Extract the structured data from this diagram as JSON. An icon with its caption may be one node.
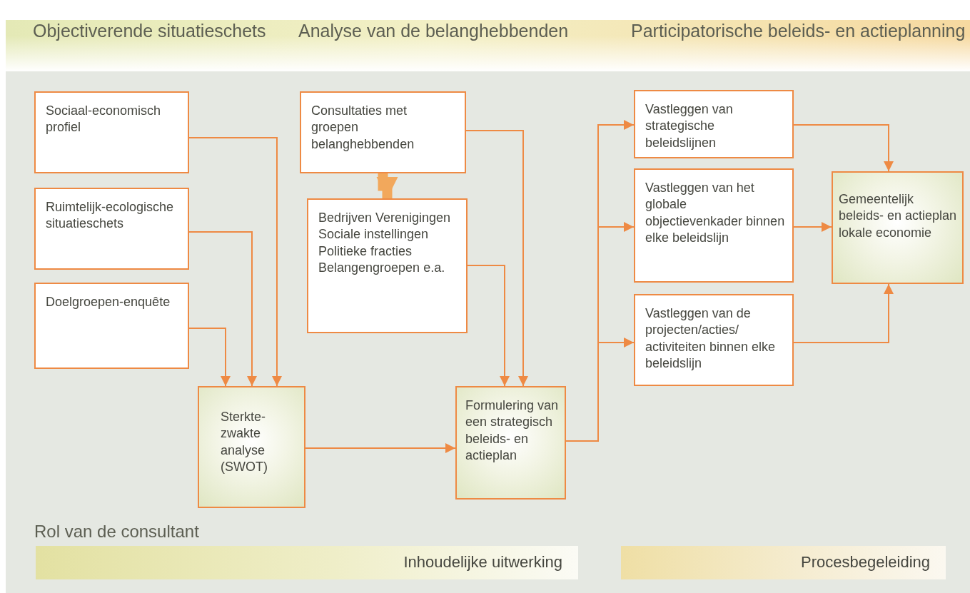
{
  "diagram": {
    "nodes": [
      {
        "text": [
          "Sociaal-economisch profiel"
        ]
      },
      {
        "text": [
          "Ruimtelijk-ecologische situatieschets"
        ]
      },
      {
        "text": [
          "Doelgroepen-enquête"
        ]
      },
      {
        "text": [
          "Sterkte-zwakte analyse (SWOT)"
        ]
      },
      {
        "text": [
          "Consultaties met groepen belanghebbenden"
        ]
      },
      {
        "text": [
          "Bedrijven Verenigingen Sociale instellingen Politieke fracties Belangengroepen e.a."
        ]
      },
      {
        "text": [
          "Formulering van een strategisch beleids- en actieplan"
        ]
      },
      {
        "text": [
          "Vastleggen van strategische beleidslijnen"
        ]
      },
      {
        "text": [
          "Vastleggen van het globale objectievenkader binnen elke beleidslijn"
        ]
      },
      {
        "text": [
          "Vastleggen van de projecten/acties/ activiteiten binnen elke beleidslijn"
        ]
      },
      {
        "text": [
          "Gemeentelijk beleids- en actieplan lokale economie"
        ]
      },
      {
        "text": [
          "Inhoudelijke uitwerking"
        ]
      },
      {
        "text": [
          "Procesbegeleiding"
        ]
      }
    ],
    "edges": [
      {
        "from": 0,
        "to": 3,
        "arrow": "to"
      },
      {
        "from": 1,
        "to": 3,
        "arrow": "to"
      },
      {
        "from": 2,
        "to": 3,
        "arrow": "to"
      },
      {
        "from": 3,
        "to": 6,
        "arrow": "to"
      },
      {
        "from": 4,
        "to": 5,
        "arrow": "to",
        "style": "thick"
      },
      {
        "from": 4,
        "to": 6,
        "arrow": "to"
      },
      {
        "from": 5,
        "to": 6,
        "arrow": "to"
      },
      {
        "from": 6,
        "to": 7,
        "arrow": "to"
      },
      {
        "from": 6,
        "to": 8,
        "arrow": "to"
      },
      {
        "from": 6,
        "to": 9,
        "arrow": "to"
      },
      {
        "from": 7,
        "to": 10,
        "arrow": "to"
      },
      {
        "from": 8,
        "to": 10,
        "arrow": "to"
      },
      {
        "from": 9,
        "to": 10,
        "arrow": "to"
      }
    ],
    "labels": [
      "Objectiverende situatieschets",
      "Analyse van de belanghebbenden",
      "Participatorische beleids- en actieplanning",
      "Rol van de consultant"
    ]
  }
}
